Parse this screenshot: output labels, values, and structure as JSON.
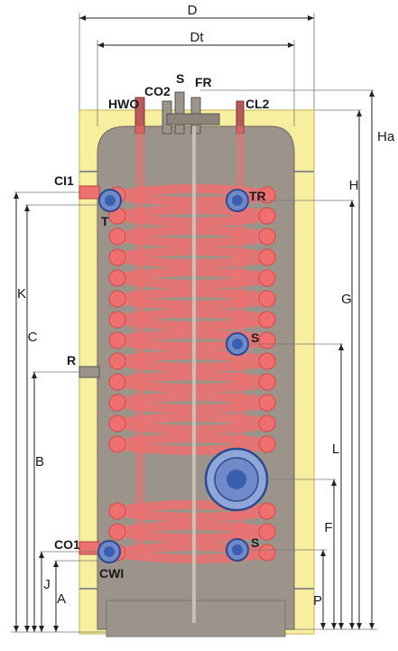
{
  "diagram": {
    "dimensions": {
      "D": "D",
      "Dt": "Dt",
      "Ha": "Ha",
      "H": "H",
      "G": "G",
      "K": "K",
      "C": "C",
      "B": "B",
      "L": "L",
      "F": "F",
      "J": "J",
      "A": "A",
      "P": "P"
    },
    "connections": {
      "HWO": "HWO",
      "CO2": "CO2",
      "S_top": "S",
      "FR": "FR",
      "CL2": "CL2",
      "CI1": "CI1",
      "TR": "TR",
      "T": "T",
      "S_mid": "S",
      "R": "R",
      "S_low": "S",
      "CO1": "CO1",
      "CWI": "CWI"
    },
    "colors": {
      "insulation": "#f7ef9e",
      "insulation_edge": "#d8c87a",
      "tank": "#9c948a",
      "tank_dark": "#7c746b",
      "coil": "#f07070",
      "coil_dark": "#d44a4a",
      "sensor": "#3a5fb0",
      "outline": "#4a6fb8"
    }
  }
}
